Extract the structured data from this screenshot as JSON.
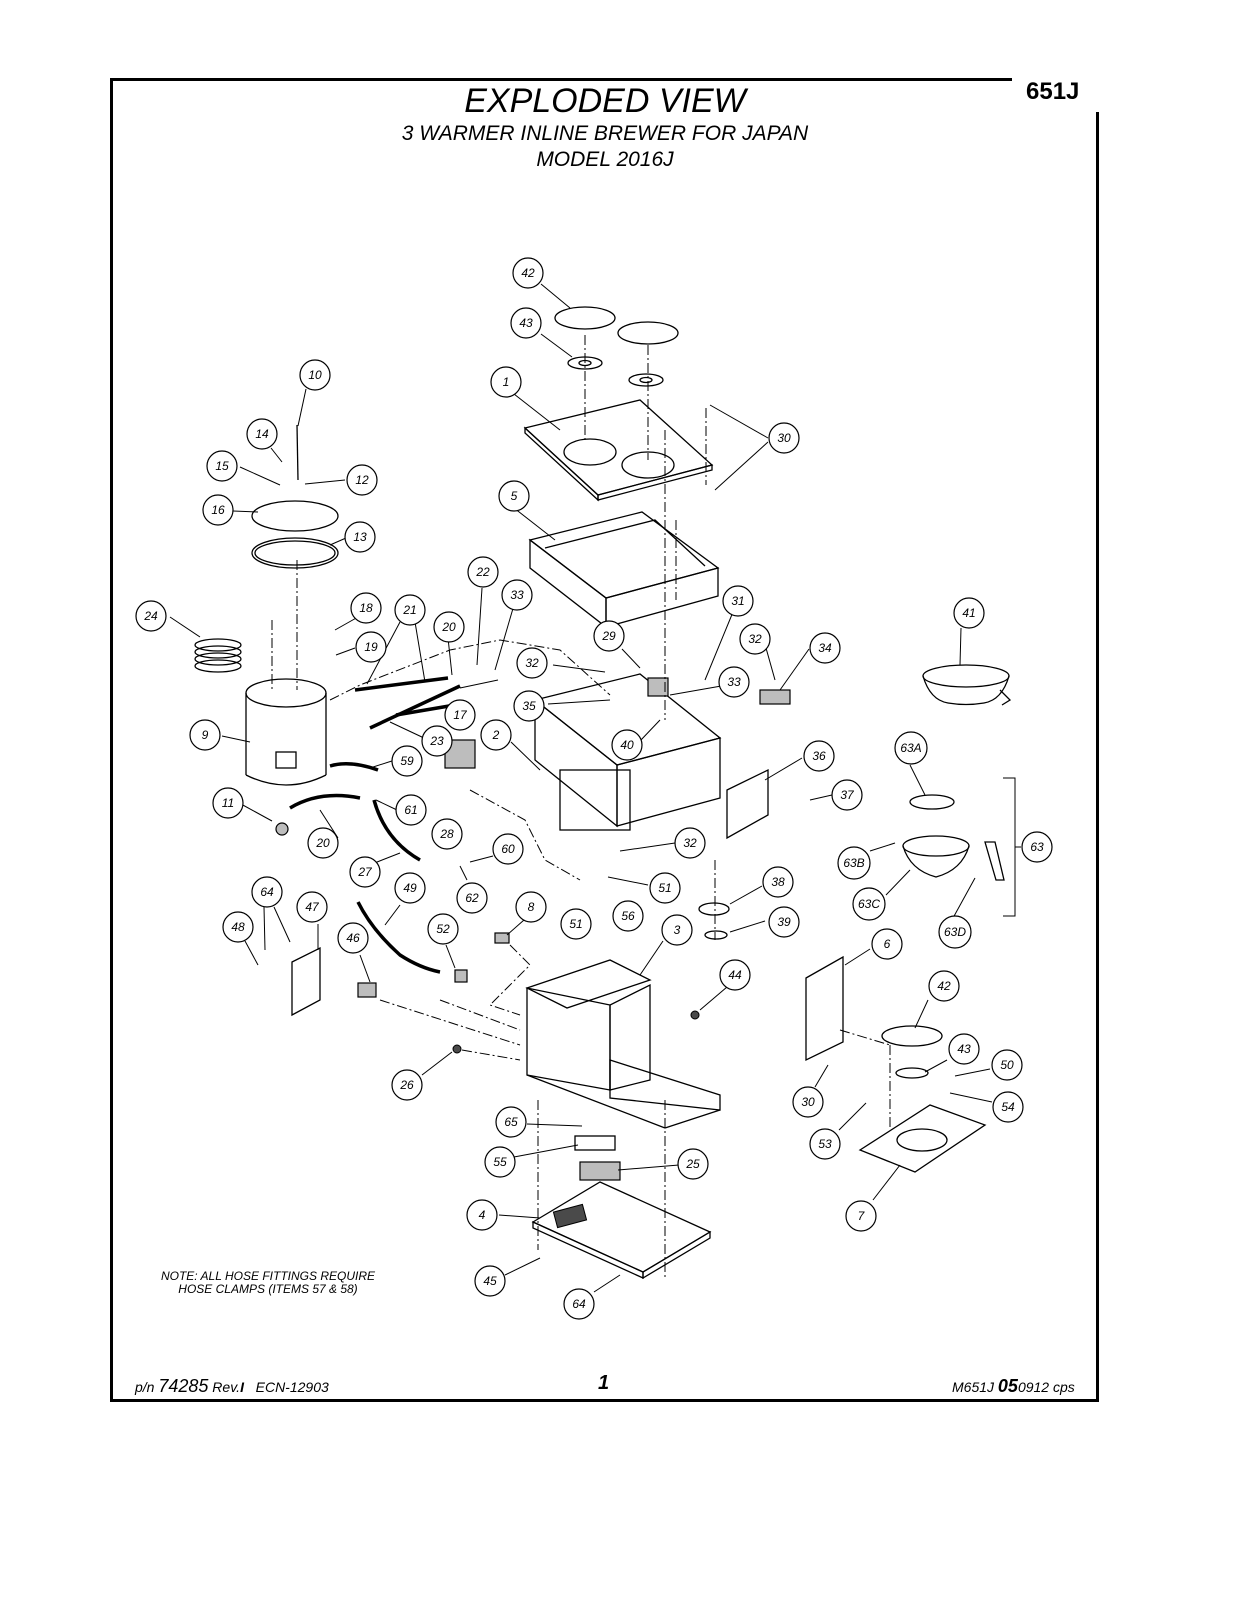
{
  "sheet_number": "651J",
  "title": "EXPLODED VIEW",
  "subtitle": "3 WARMER INLINE BREWER FOR JAPAN",
  "model": "MODEL 2016J",
  "note_line1": "NOTE: ALL HOSE FITTINGS REQUIRE",
  "note_line2": "HOSE CLAMPS (ITEMS 57 & 58)",
  "footer": {
    "pn_prefix": "p/n ",
    "pn_number": "74285",
    "rev_prefix": " Rev.",
    "rev_letter": "I",
    "ecn": "ECN-12903",
    "page": "1",
    "doc_prefix": "M651J ",
    "doc_bold": "05",
    "doc_suffix": "0912  cps"
  },
  "callouts": {
    "c1": "1",
    "c2": "2",
    "c3": "3",
    "c4": "4",
    "c5": "5",
    "c6": "6",
    "c7": "7",
    "c8": "8",
    "c9": "9",
    "c10": "10",
    "c11": "11",
    "c12": "12",
    "c13": "13",
    "c14": "14",
    "c15": "15",
    "c16": "16",
    "c17": "17",
    "c18": "18",
    "c19": "19",
    "c20a": "20",
    "c20b": "20",
    "c21": "21",
    "c22": "22",
    "c23": "23",
    "c24": "24",
    "c25": "25",
    "c26": "26",
    "c27": "27",
    "c28": "28",
    "c29": "29",
    "c30a": "30",
    "c30b": "30",
    "c31": "31",
    "c32a": "32",
    "c32b": "32",
    "c32c": "32",
    "c33a": "33",
    "c33b": "33",
    "c34": "34",
    "c35": "35",
    "c36": "36",
    "c37": "37",
    "c38": "38",
    "c39": "39",
    "c40": "40",
    "c41": "41",
    "c42a": "42",
    "c42b": "42",
    "c43a": "43",
    "c43b": "43",
    "c44": "44",
    "c45": "45",
    "c46": "46",
    "c47": "47",
    "c48": "48",
    "c49": "49",
    "c50": "50",
    "c51a": "51",
    "c51b": "51",
    "c52": "52",
    "c53": "53",
    "c54": "54",
    "c55": "55",
    "c56": "56",
    "c59": "59",
    "c60": "60",
    "c61": "61",
    "c62": "62",
    "c63": "63",
    "c63a": "63A",
    "c63b": "63B",
    "c63c": "63C",
    "c63d": "63D",
    "c64a": "64",
    "c64b": "64",
    "c65": "65"
  }
}
